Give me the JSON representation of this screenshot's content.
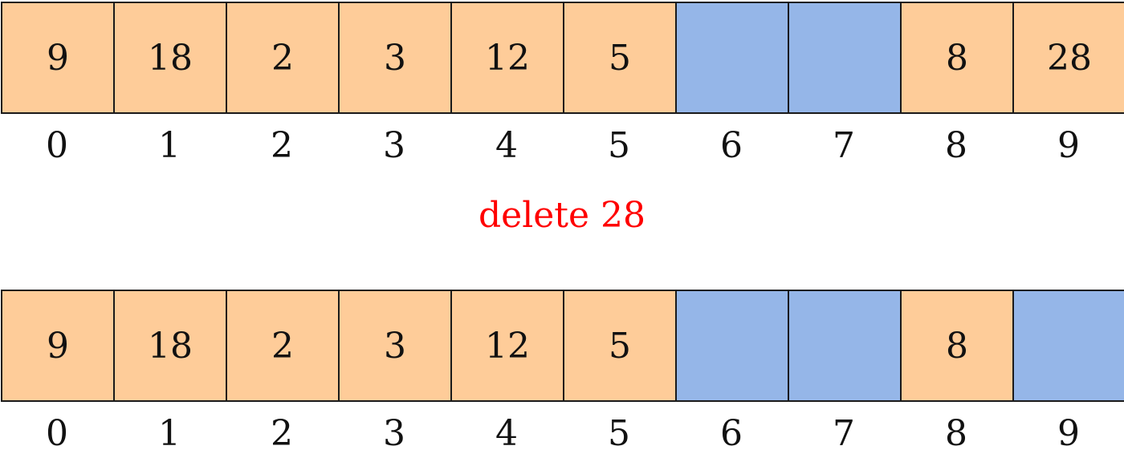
{
  "before": {
    "cells": [
      {
        "value": "9",
        "state": "filled"
      },
      {
        "value": "18",
        "state": "filled"
      },
      {
        "value": "2",
        "state": "filled"
      },
      {
        "value": "3",
        "state": "filled"
      },
      {
        "value": "12",
        "state": "filled"
      },
      {
        "value": "5",
        "state": "filled"
      },
      {
        "value": "",
        "state": "empty"
      },
      {
        "value": "",
        "state": "empty"
      },
      {
        "value": "8",
        "state": "filled"
      },
      {
        "value": "28",
        "state": "filled"
      }
    ],
    "indices": [
      "0",
      "1",
      "2",
      "3",
      "4",
      "5",
      "6",
      "7",
      "8",
      "9"
    ]
  },
  "operation": "delete 28",
  "after": {
    "cells": [
      {
        "value": "9",
        "state": "filled"
      },
      {
        "value": "18",
        "state": "filled"
      },
      {
        "value": "2",
        "state": "filled"
      },
      {
        "value": "3",
        "state": "filled"
      },
      {
        "value": "12",
        "state": "filled"
      },
      {
        "value": "5",
        "state": "filled"
      },
      {
        "value": "",
        "state": "empty"
      },
      {
        "value": "",
        "state": "empty"
      },
      {
        "value": "8",
        "state": "filled"
      },
      {
        "value": "",
        "state": "empty"
      }
    ],
    "indices": [
      "0",
      "1",
      "2",
      "3",
      "4",
      "5",
      "6",
      "7",
      "8",
      "9"
    ]
  },
  "colors": {
    "filled": "#fecc99",
    "empty": "#95b6e8",
    "operation_text": "#ff0000"
  }
}
